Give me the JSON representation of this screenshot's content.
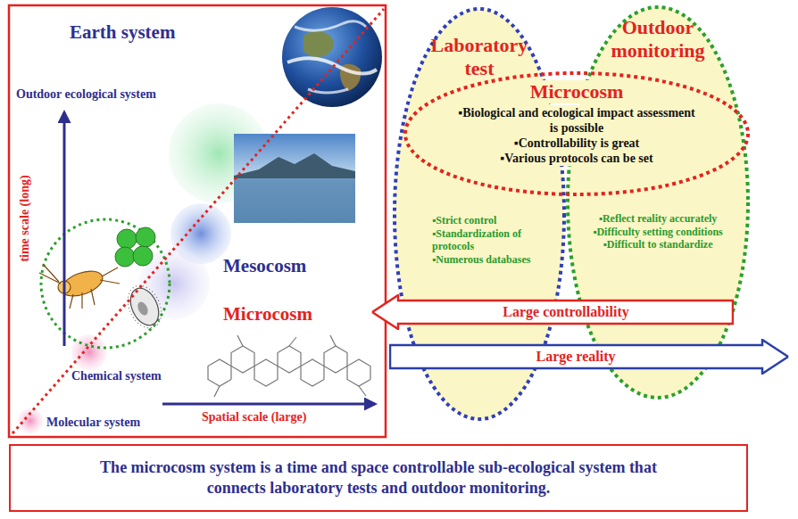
{
  "diagram": {
    "caption": "The microcosm system is a time and space controllable sub-ecological system that connects laboratory tests and outdoor monitoring.",
    "nodes": [
      {
        "text": [
          "Laboratory test",
          "▪Strict control",
          "▪Standardization of protocols",
          "▪Numerous databases"
        ]
      },
      {
        "text": [
          "Outdoor monitoring",
          "▪Reflect reality accurately",
          "▪Difficulty setting conditions",
          "▪Difficult to standardize"
        ]
      },
      {
        "text": [
          "Microcosm",
          "▪Biological and ecological impact assessment is possible",
          "▪Controllability is great",
          "▪Various protocols can be set"
        ]
      },
      {
        "text": [
          "Large controllability"
        ]
      },
      {
        "text": [
          "Large reality"
        ]
      }
    ],
    "labels": [
      "Earth system",
      "Outdoor ecological system",
      "time scale (long)",
      "Mesocosm",
      "Microcosm",
      "Chemical system",
      "Molecular system",
      "Spatial scale (large)"
    ]
  }
}
